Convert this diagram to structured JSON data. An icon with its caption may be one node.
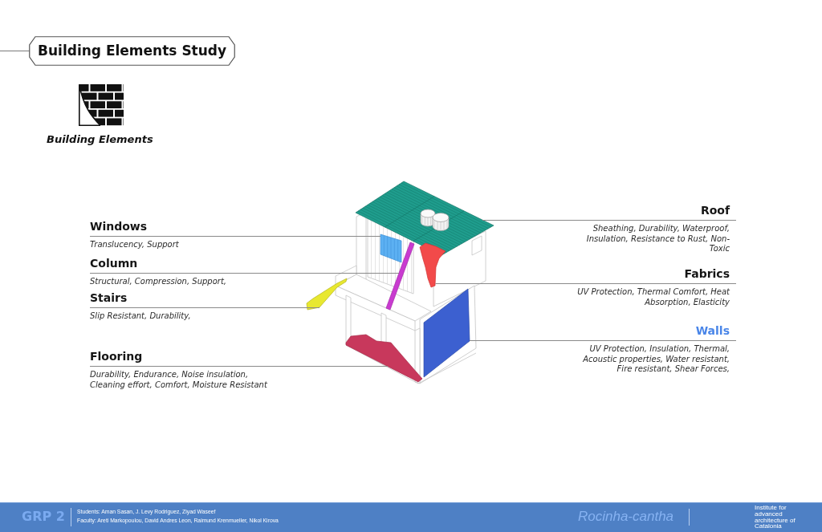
{
  "diagram": {
    "title": "Building Elements Study",
    "nodes": [
      {
        "text": [
          "Roof",
          "Sheathing, Durability, Waterproof, Insulation, Resistance to Rust, Non-Toxic"
        ]
      },
      {
        "text": [
          "Windows",
          "Translucency, Support"
        ]
      },
      {
        "text": [
          "Column",
          "Structural, Compression, Support,"
        ]
      },
      {
        "text": [
          "Fabrics",
          "UV Protection, Thermal Comfort, Heat Absorption, Elasticity"
        ]
      },
      {
        "text": [
          "Stairs",
          "Slip Resistant, Durability,"
        ]
      },
      {
        "text": [
          "Walls",
          "UV Protection, Insulation, Thermal, Acoustic properties, Water resistant, Fire resistant, Shear Forces,"
        ]
      },
      {
        "text": [
          "Flooring",
          "Durability, Endurance, Noise insulation, Cleaning effort, Comfort, Moisture Resistant"
        ]
      },
      {
        "text": [],
        "shape": "picture"
      },
      {
        "text": [],
        "shape": "picture"
      },
      {
        "text": [],
        "shape": "picture"
      },
      {
        "text": [],
        "shape": "picture"
      },
      {
        "text": [],
        "shape": "picture"
      },
      {
        "text": [],
        "shape": "picture"
      },
      {
        "text": [],
        "shape": "picture"
      }
    ],
    "edges": [
      {
        "from": 0,
        "to": 7,
        "arrow": "none"
      },
      {
        "from": 1,
        "to": 8,
        "arrow": "none"
      },
      {
        "from": 2,
        "to": 9,
        "arrow": "none"
      },
      {
        "from": 3,
        "to": 10,
        "arrow": "none"
      },
      {
        "from": 4,
        "to": 11,
        "arrow": "none"
      },
      {
        "from": 5,
        "to": 12,
        "arrow": "none"
      },
      {
        "from": 6,
        "to": 13,
        "arrow": "none"
      }
    ],
    "labels": [
      "Building Elements",
      "GRP 2",
      "Students: Aman Sasan, J. Levy Rodriguez, Ziyad Waseef",
      "Faculty: Areti Markopoulou, David Andres Leon, Raimund Krenmueller, Nikol Kirova",
      "Rocinha-cantha",
      "Institute for advanced architecture of Catalonia"
    ]
  }
}
